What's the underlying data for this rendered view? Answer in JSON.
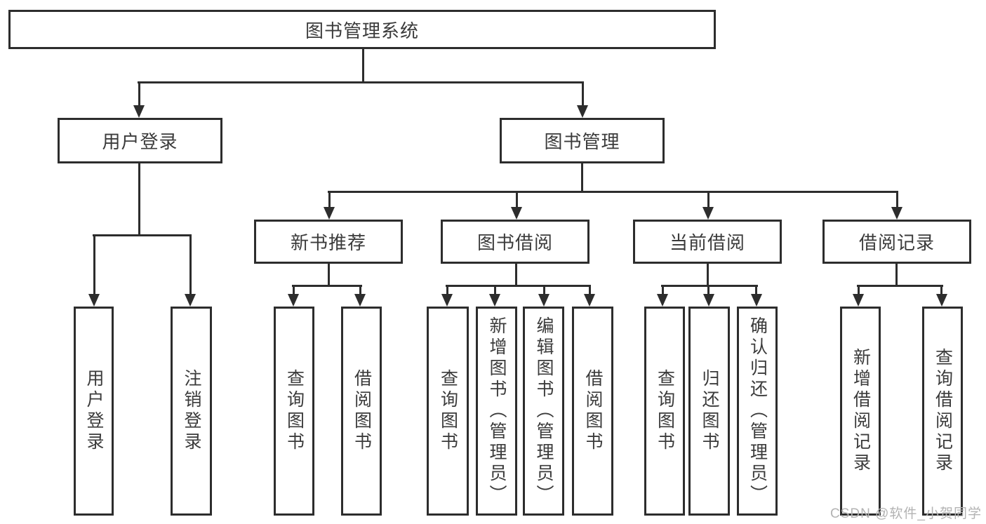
{
  "tree": {
    "label": "图书管理系统",
    "children": [
      {
        "label": "用户登录",
        "children": [
          {
            "label": "用户登录"
          },
          {
            "label": "注销登录"
          }
        ]
      },
      {
        "label": "图书管理",
        "children": [
          {
            "label": "新书推荐",
            "children": [
              {
                "label": "查询图书"
              },
              {
                "label": "借阅图书"
              }
            ]
          },
          {
            "label": "图书借阅",
            "children": [
              {
                "label": "查询图书"
              },
              {
                "label": "新增图书（管理员）"
              },
              {
                "label": "编辑图书（管理员）"
              },
              {
                "label": "借阅图书"
              }
            ]
          },
          {
            "label": "当前借阅",
            "children": [
              {
                "label": "查询图书"
              },
              {
                "label": "归还图书"
              },
              {
                "label": "确认归还（管理员）"
              }
            ]
          },
          {
            "label": "借阅记录",
            "children": [
              {
                "label": "新增借阅记录"
              },
              {
                "label": "查询借阅记录"
              }
            ]
          }
        ]
      }
    ]
  },
  "watermark": {
    "text": "CSDN @软件_小贺同学"
  },
  "colors": {
    "line": "#2d2d2d",
    "text": "#3b3b3b",
    "background": "#ffffff",
    "watermark": "#b3b3b3"
  }
}
